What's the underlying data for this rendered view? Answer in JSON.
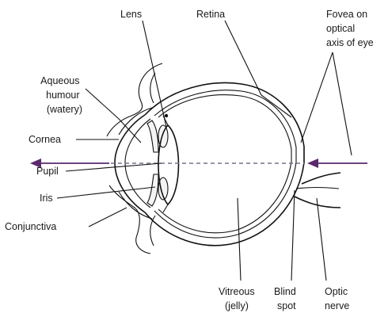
{
  "labels": {
    "lens": "Lens",
    "retina": "Retina",
    "fovea": [
      "Fovea on",
      "optical",
      "axis of eye"
    ],
    "aqueous": [
      "Aqueous",
      "humour",
      "(watery)"
    ],
    "cornea": "Cornea",
    "pupil": "Pupil",
    "iris": "Iris",
    "conjunctiva": "Conjunctiva",
    "vitreous": [
      "Vitreous",
      "(jelly)"
    ],
    "blind_spot": [
      "Blind",
      "spot"
    ],
    "optic_nerve": [
      "Optic",
      "nerve"
    ]
  },
  "colors": {
    "arrow": "#5a2a6e",
    "axis": "#7a6e85"
  }
}
